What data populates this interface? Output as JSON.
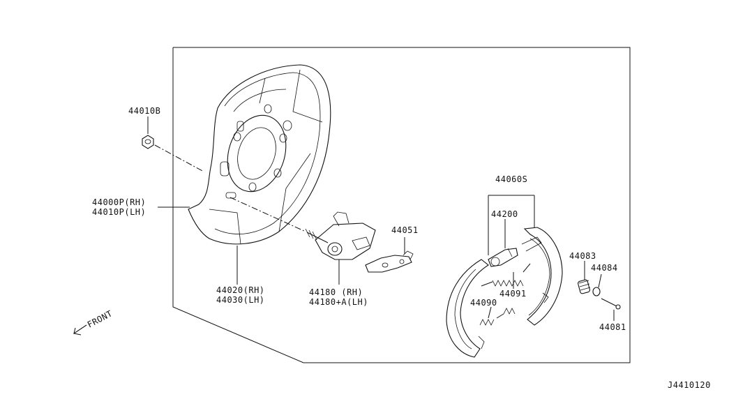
{
  "diagram_id": "J4410120",
  "front_label": "FRONT",
  "labels": {
    "p44010B": "44010B",
    "p44000P": "44000P(RH)",
    "p44010P": "44010P(LH)",
    "p44020": "44020(RH)",
    "p44030": "44030(LH)",
    "p44180": "44180  (RH)",
    "p44180A": "44180+A(LH)",
    "p44051": "44051",
    "p44060S": "44060S",
    "p44200": "44200",
    "p44083": "44083",
    "p44084": "44084",
    "p44091": "44091",
    "p44090": "44090",
    "p44081": "44081"
  }
}
